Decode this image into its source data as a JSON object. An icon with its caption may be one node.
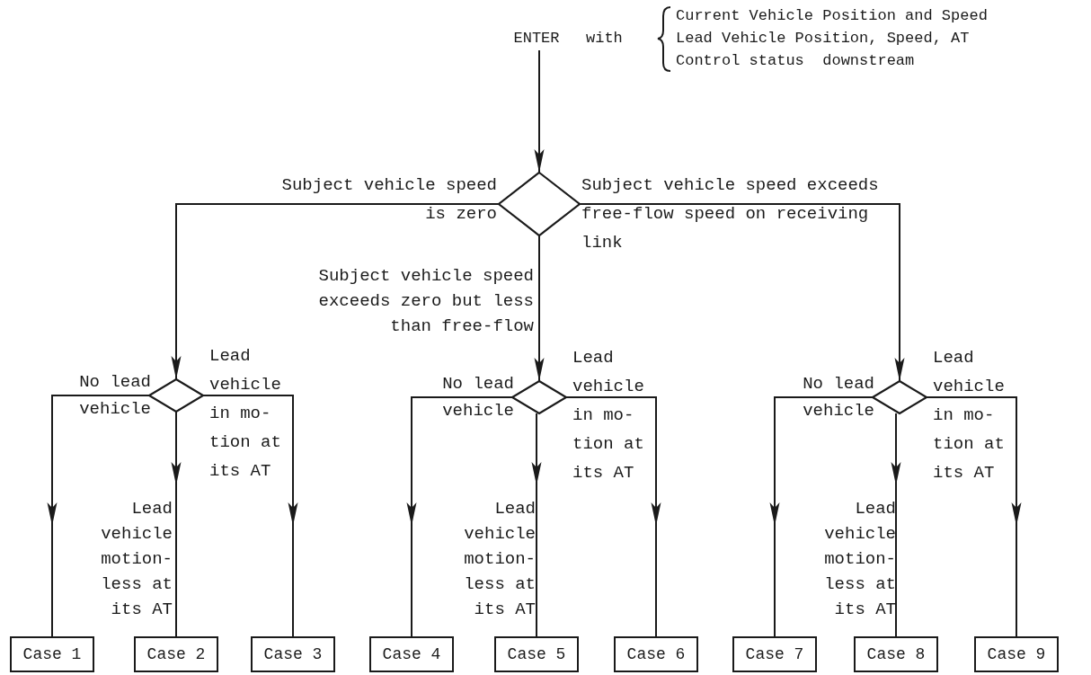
{
  "diagram": {
    "nodes": [
      {
        "text": [
          "ENTER"
        ]
      },
      {
        "text": [],
        "shape": "diamond"
      },
      {
        "text": [],
        "shape": "diamond"
      },
      {
        "text": [],
        "shape": "diamond"
      },
      {
        "text": [],
        "shape": "diamond"
      },
      {
        "text": [
          "Case 1"
        ]
      },
      {
        "text": [
          "Case 2"
        ]
      },
      {
        "text": [
          "Case 3"
        ]
      },
      {
        "text": [
          "Case 4"
        ]
      },
      {
        "text": [
          "Case 5"
        ]
      },
      {
        "text": [
          "Case 6"
        ]
      },
      {
        "text": [
          "Case 7"
        ]
      },
      {
        "text": [
          "Case 8"
        ]
      },
      {
        "text": [
          "Case 9"
        ]
      }
    ],
    "edges": [
      {
        "from": 0,
        "to": 1,
        "arrow": "to"
      },
      {
        "from": 1,
        "to": 2,
        "arrow": "to",
        "label": "Subject vehicle speed is zero"
      },
      {
        "from": 1,
        "to": 3,
        "arrow": "to",
        "label": "Subject vehicle speed exceeds zero but less than free-flow"
      },
      {
        "from": 1,
        "to": 4,
        "arrow": "to",
        "label": "Subject vehicle speed exceeds free-flow speed on receiving link"
      },
      {
        "from": 2,
        "to": 5,
        "arrow": "to",
        "label": "No lead vehicle"
      },
      {
        "from": 2,
        "to": 6,
        "arrow": "to",
        "label": "Lead vehicle motion- less at its AT"
      },
      {
        "from": 2,
        "to": 7,
        "arrow": "to",
        "label": "Lead vehicle in mo- tion at its AT"
      },
      {
        "from": 3,
        "to": 8,
        "arrow": "to",
        "label": "No lead vehicle"
      },
      {
        "from": 3,
        "to": 9,
        "arrow": "to",
        "label": "Lead vehicle motion- less at its AT"
      },
      {
        "from": 3,
        "to": 10,
        "arrow": "to",
        "label": "Lead vehicle in mo- tion at its AT"
      },
      {
        "from": 4,
        "to": 11,
        "arrow": "to",
        "label": "No lead vehicle"
      },
      {
        "from": 4,
        "to": 12,
        "arrow": "to",
        "label": "Lead vehicle motion- less at its AT"
      },
      {
        "from": 4,
        "to": 13,
        "arrow": "to",
        "label": "Lead vehicle in mo- tion at its AT"
      }
    ],
    "labels": [
      "with",
      "Current Vehicle Position and Speed",
      "Lead Vehicle Position, Speed, AT",
      "Control status  downstream"
    ]
  }
}
